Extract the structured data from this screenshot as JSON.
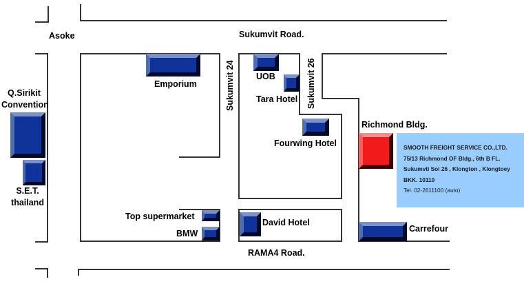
{
  "roads": {
    "top": "Sukumvit Road.",
    "bottom": "RAMA4 Road.",
    "left": "Asoke",
    "soi24": "Sukumvit 24",
    "soi26": "Sukumvit 26"
  },
  "landmarks": {
    "qsirikit_line1": "Q.Sirikit",
    "qsirikit_line2": "Convention",
    "set_line1": "S.E.T.",
    "set_line2": "thailand",
    "emporium": "Emporium",
    "uob": "UOB",
    "tara": "Tara Hotel",
    "fourwing": "Fourwing Hotel",
    "richmond": "Richmond Bldg.",
    "top_supermarket": "Top supermarket",
    "bmw": "BMW",
    "david": "David Hotel",
    "carrefour": "Carrefour"
  },
  "info": {
    "company": "SMOOTH FREIGHT SERVICE CO.,LTD.",
    "address1": "75/13 Richmond OF Bldg.,  6th B FL.",
    "address2": "Sukumvti Soi 26 , Klongton , Klongtoey",
    "postal": "BKK. 10110",
    "phone": "Tel.  02-2611100 (auto)"
  },
  "colors": {
    "building_blue": "#0f3399",
    "destination_red": "#f21a1a",
    "info_box": "#99ccff",
    "road_line": "#333333"
  }
}
